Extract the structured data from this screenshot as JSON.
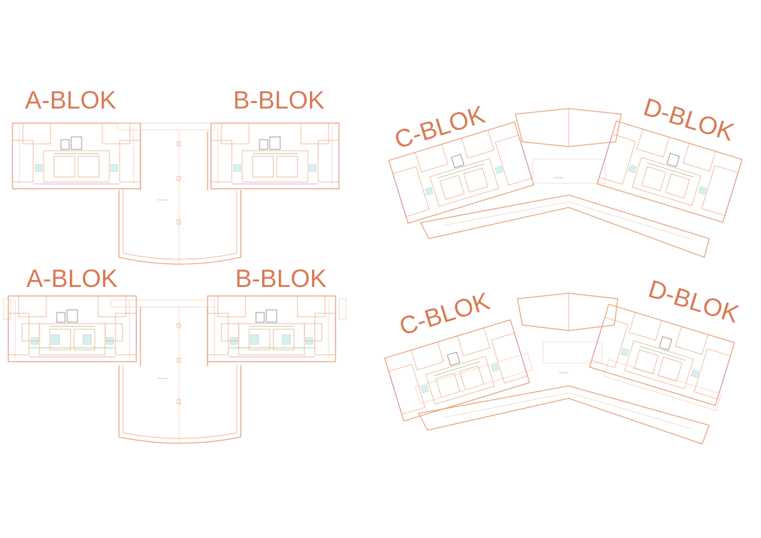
{
  "sheet": {
    "background": "#ffffff",
    "line_color": "#e8a27a",
    "label_color": "#d97a55",
    "accent_pink": "#d88bc0",
    "accent_green": "#7cc67c"
  },
  "labels": {
    "a_top": "A-BLOK",
    "b_top": "B-BLOK",
    "c_top": "C-BLOK",
    "d_top": "D-BLOK",
    "a_bottom": "A-BLOK",
    "b_bottom": "B-BLOK",
    "c_bottom": "C-BLOK",
    "d_bottom": "D-BLOK"
  }
}
